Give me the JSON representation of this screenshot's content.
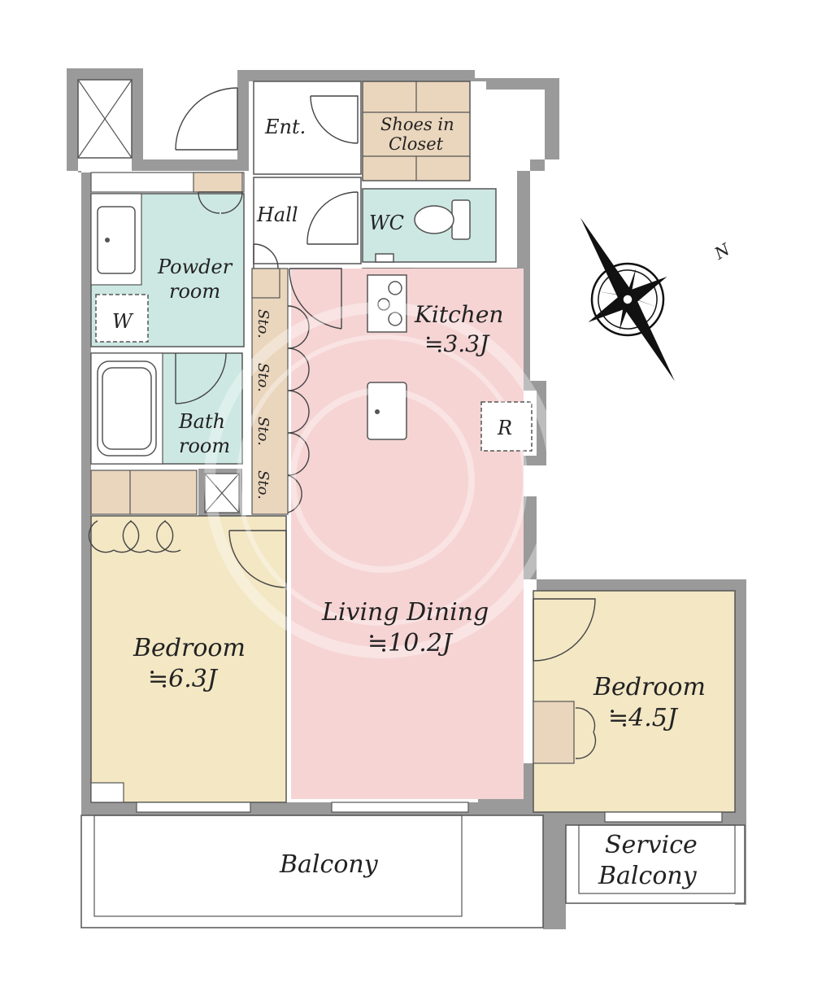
{
  "colors": {
    "wall": "#9a9a9b",
    "wet_area": "#cde8e2",
    "living": "#f6d4d4",
    "bedroom": "#f3e7c4",
    "storage": "#ead6bd",
    "balcony": "#ffffff"
  },
  "rooms": {
    "entrance": "Ent.",
    "shoes_closet_line1": "Shoes in",
    "shoes_closet_line2": "Closet",
    "hall": "Hall",
    "wc": "WC",
    "powder_line1": "Powder",
    "powder_line2": "room",
    "washer": "W",
    "bath_line1": "Bath",
    "bath_line2": "room",
    "storage": [
      "Sto.",
      "Sto.",
      "Sto.",
      "Sto."
    ],
    "kitchen": "Kitchen",
    "kitchen_size": "≒3.3J",
    "refrigerator": "R",
    "living_dining": "Living Dining",
    "living_dining_size": "≒10.2J",
    "bedroom1": "Bedroom",
    "bedroom1_size": "≒6.3J",
    "bedroom2": "Bedroom",
    "bedroom2_size": "≒4.5J",
    "balcony": "Balcony",
    "service_balcony_line1": "Service",
    "service_balcony_line2": "Balcony"
  },
  "compass": {
    "north_label": "N",
    "icon": "compass-rose-icon"
  }
}
